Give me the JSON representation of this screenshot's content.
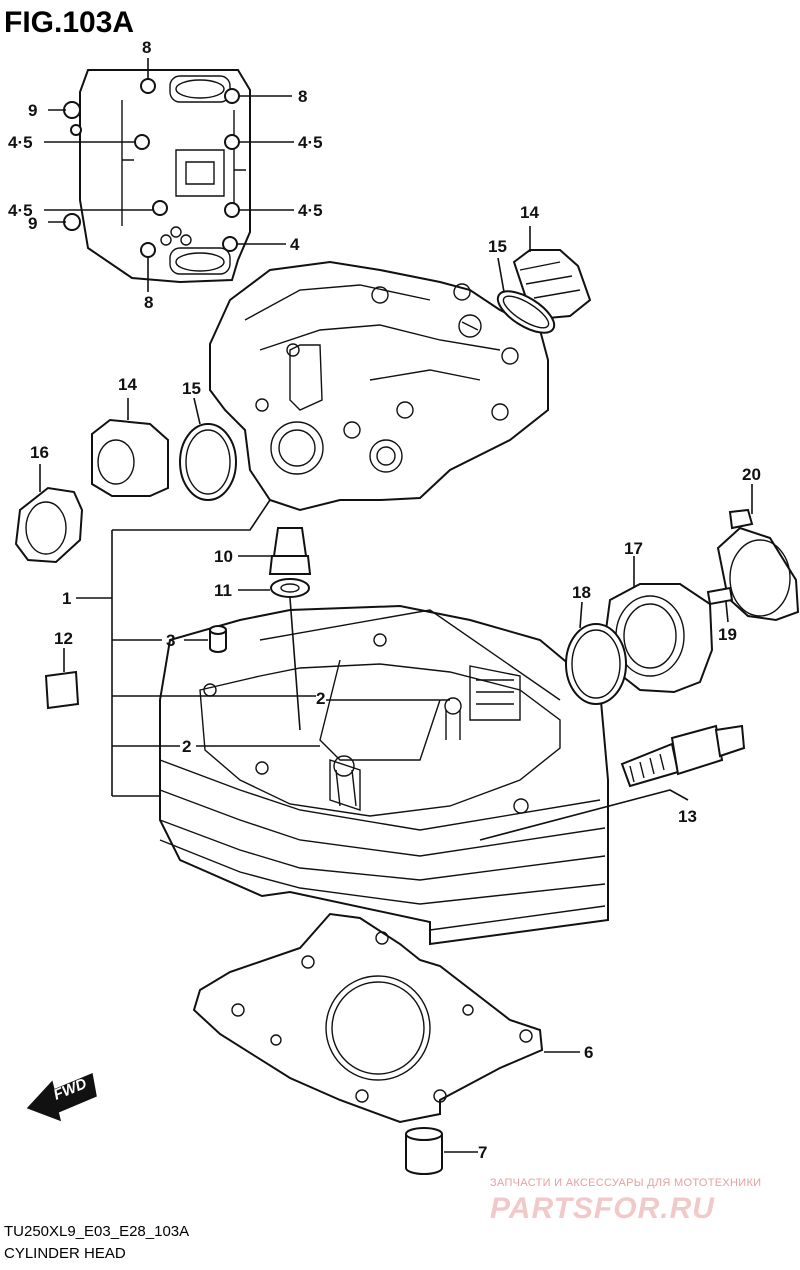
{
  "header": {
    "figure_title": "FIG.103A"
  },
  "footer": {
    "model_code": "TU250XL9_E03_E28_103A",
    "section_name": "CYLINDER HEAD"
  },
  "watermark": {
    "tagline": "ЗАПЧАСТИ И АКСЕССУАРЫ ДЛЯ МОТОТЕХНИКИ",
    "brand": "PARTSFOR.RU"
  },
  "direction_badge": {
    "label": "FWD"
  },
  "callouts": {
    "c8_top": "8",
    "c8_right": "8",
    "c8_bottom": "8",
    "c9_top": "9",
    "c9_bottom": "9",
    "c45_left_top": "4·5",
    "c45_right_top": "4·5",
    "c45_left_bottom": "4·5",
    "c45_right_bottom": "4·5",
    "c4": "4",
    "c14_top": "14",
    "c15_top": "15",
    "c14_left": "14",
    "c15_left": "15",
    "c16": "16",
    "c1": "1",
    "c10": "10",
    "c11": "11",
    "c3": "3",
    "c12": "12",
    "c2_a": "2",
    "c2_b": "2",
    "c17": "17",
    "c18": "18",
    "c19": "19",
    "c20": "20",
    "c13": "13",
    "c6": "6",
    "c7": "7"
  }
}
